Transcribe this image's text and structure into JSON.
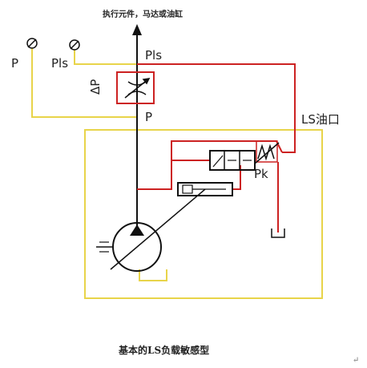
{
  "labels": {
    "top_caption": "执行元件，马达或油缸",
    "pls_top": "Pls",
    "p_left": "P",
    "pls_left": "Pls",
    "delta_p": "ΔP",
    "p_mid": "P",
    "ls_port": "LS油口",
    "pk": "Pk",
    "caption": "基本的LS负载敏感型",
    "corner_mark": "↵"
  },
  "colors": {
    "black": "#111111",
    "red": "#cc2222",
    "yellow": "#e8d44a"
  }
}
